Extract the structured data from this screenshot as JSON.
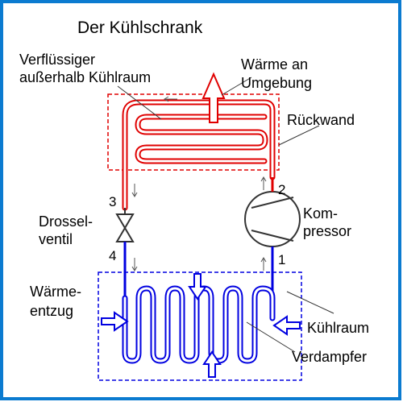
{
  "title": "Der Kühlschrank",
  "labels": {
    "condenser_line1": "Verflüssiger",
    "condenser_line2": "außerhalb Kühlraum",
    "heat_out_line1": "Wärme an",
    "heat_out_line2": "Umgebung",
    "back_wall": "Rückwand",
    "throttle_line1": "Drossel-",
    "throttle_line2": "ventil",
    "compressor_line1": "Kom-",
    "compressor_line2": "pressor",
    "heat_in_line1": "Wärme-",
    "heat_in_line2": "entzug",
    "cold_room": "Kühlraum",
    "evaporator": "Verdampfer"
  },
  "points": {
    "p1": "1",
    "p2": "2",
    "p3": "3",
    "p4": "4"
  },
  "colors": {
    "frame": "#0b7bd0",
    "hot": "#e00000",
    "cold": "#0000e0",
    "background": "#ffffff",
    "text": "#000000"
  }
}
